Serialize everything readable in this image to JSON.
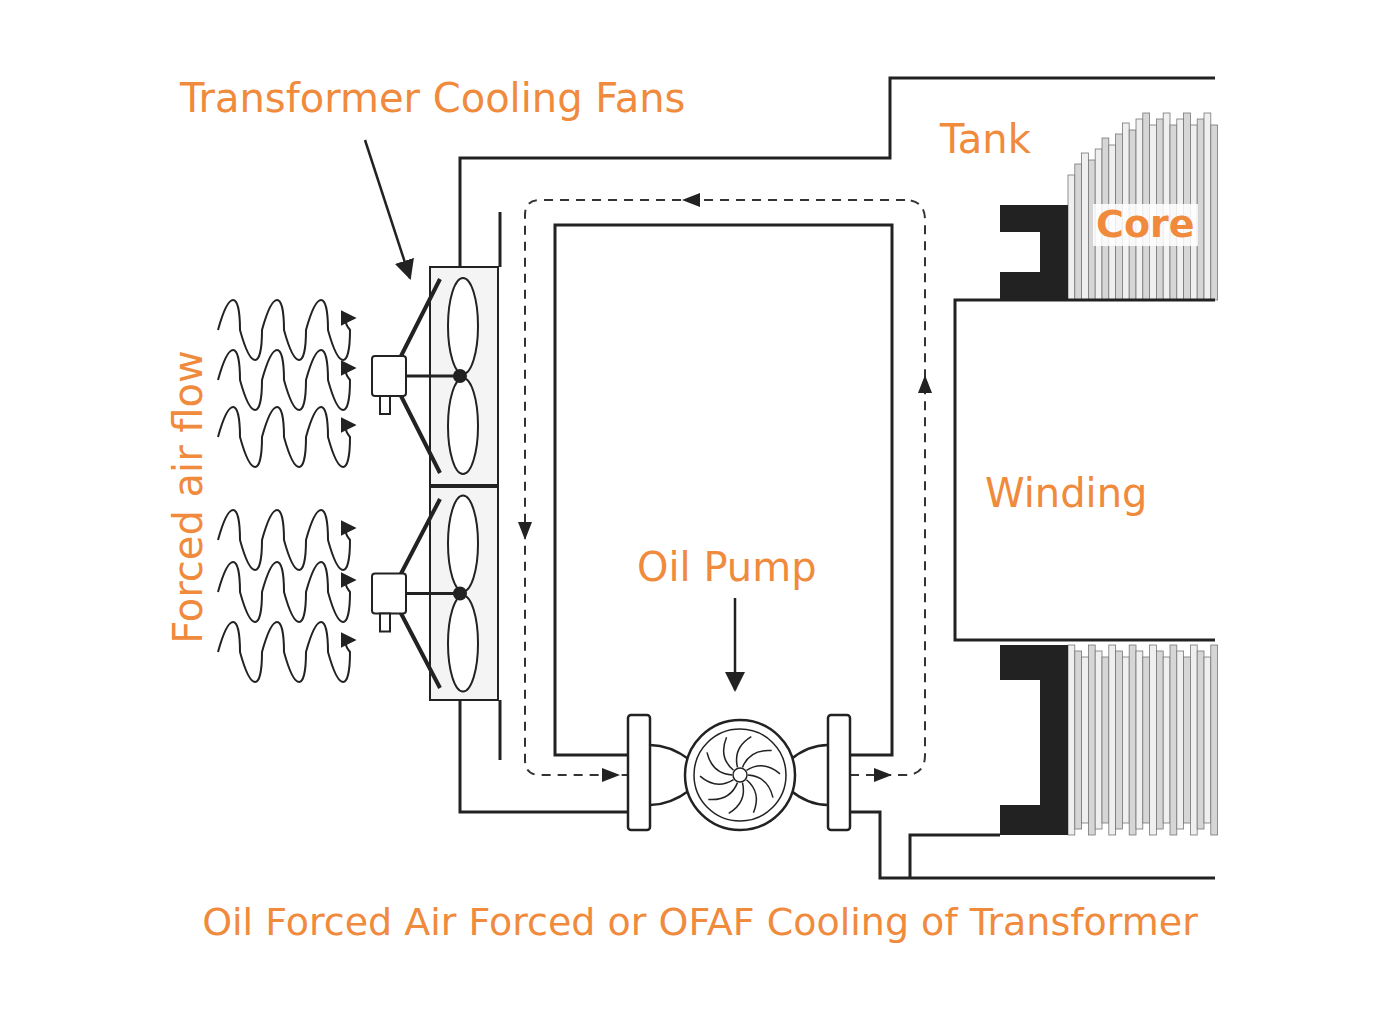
{
  "diagram": {
    "caption": "Oil Forced Air Forced or OFAF Cooling of Transformer",
    "labels": [
      "Transformer Cooling Fans",
      "Tank",
      "Core",
      "Winding",
      "Oil Pump",
      "Forced air flow"
    ]
  }
}
